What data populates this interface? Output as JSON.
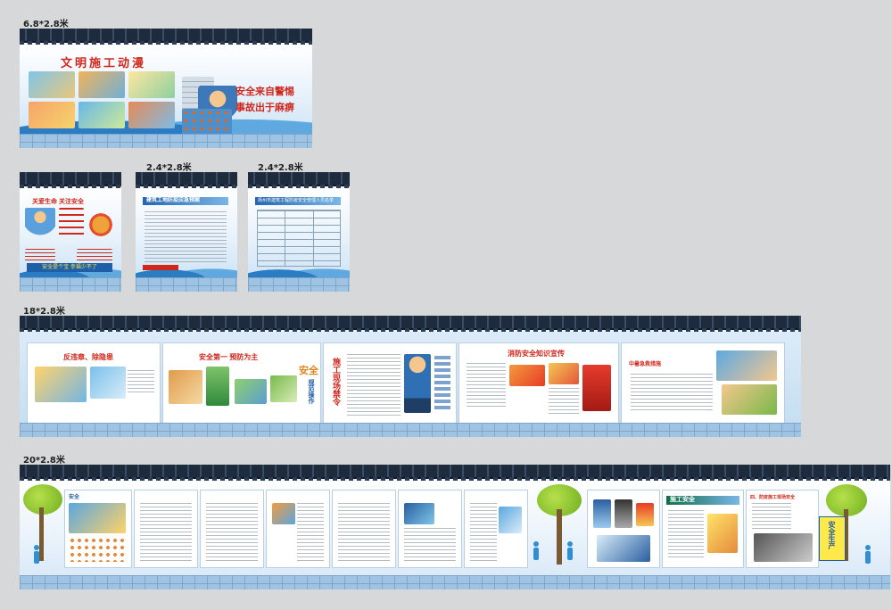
{
  "sizes": {
    "top": "6.8*2.8米",
    "mid_left": "2.4*2.8米",
    "mid_right": "2.4*2.8米",
    "row3": "18*2.8米",
    "row4": "20*2.8米"
  },
  "board1": {
    "title": "文明施工动漫",
    "slogan_line1": "安全来自警惕",
    "slogan_line2": "事故出于麻痹"
  },
  "board2": {
    "title": "关爱生命  关注安全",
    "bottom": "安全是个宝  幸福少不了"
  },
  "board3": {
    "title": "建筑工地防疫应急预案"
  },
  "board4": {
    "title": "扬州市建筑工程防疫安全管理人员名单"
  },
  "board5": {
    "p1_title": "反违章、除隐患",
    "p2_title": "安全第一  预防为主",
    "p2_side": "安全",
    "p2_side2": "规范操作",
    "p3_title": "施工现场禁令",
    "p4_title": "消防安全知识宣传",
    "p5_title": "中暑急救措施"
  },
  "board6": {
    "p_left_tag": "安全",
    "p_right_title": "施工安全",
    "p_right_sub": "四、防疫施工现场安全",
    "vertical": "安全生产"
  },
  "colors": {
    "accent_red": "#d0271c",
    "accent_blue": "#1f5fa8",
    "wall_base": "#9fc3e2"
  }
}
